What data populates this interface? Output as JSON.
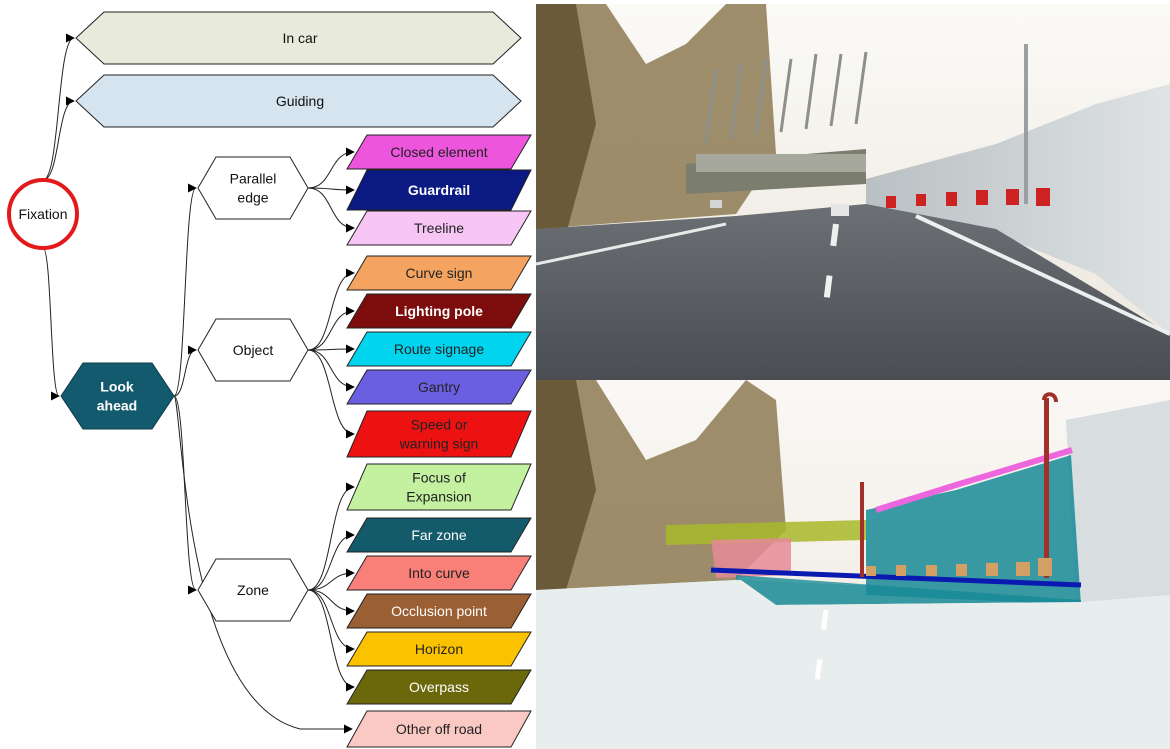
{
  "diagram": {
    "root": {
      "label": "Fixation",
      "color": "#e31a1c"
    },
    "top_bands": [
      {
        "label": "In car",
        "fill": "#e8ebdb"
      },
      {
        "label": "Guiding",
        "fill": "#d5e4ef"
      }
    ],
    "look_ahead": {
      "line1": "Look",
      "line2": "ahead",
      "fill": "#145a6e"
    },
    "groups": [
      {
        "line1": "Parallel",
        "line2": "edge",
        "leaves": [
          {
            "lines": [
              "Closed element"
            ],
            "fill": "#ee55dd",
            "text_color": "#222222"
          },
          {
            "lines": [
              "Guardrail"
            ],
            "fill": "#0a1a82",
            "text_color": "#ffffff",
            "bold": true
          },
          {
            "lines": [
              "Treeline"
            ],
            "fill": "#f7c6f5",
            "text_color": "#222222"
          }
        ]
      },
      {
        "line1": "Object",
        "line2": "",
        "leaves": [
          {
            "lines": [
              "Curve sign"
            ],
            "fill": "#f4a460",
            "text_color": "#222222"
          },
          {
            "lines": [
              "Lighting pole"
            ],
            "fill": "#7d0c0c",
            "text_color": "#ffffff",
            "bold": true
          },
          {
            "lines": [
              "Route signage"
            ],
            "fill": "#00d4ef",
            "text_color": "#222222"
          },
          {
            "lines": [
              "Gantry"
            ],
            "fill": "#6a5fe0",
            "text_color": "#222222"
          },
          {
            "lines": [
              "Speed or",
              "warning sign"
            ],
            "fill": "#ee1111",
            "text_color": "#222222"
          }
        ]
      },
      {
        "line1": "Zone",
        "line2": "",
        "leaves": [
          {
            "lines": [
              "Focus of",
              "Expansion"
            ],
            "fill": "#c3f1a0",
            "text_color": "#222222"
          },
          {
            "lines": [
              "Far zone"
            ],
            "fill": "#135a6b",
            "text_color": "#ffffff"
          },
          {
            "lines": [
              "Into curve"
            ],
            "fill": "#f88078",
            "text_color": "#222222"
          },
          {
            "lines": [
              "Occlusion point"
            ],
            "fill": "#9a5f33",
            "text_color": "#ffffff"
          },
          {
            "lines": [
              "Horizon"
            ],
            "fill": "#fbc200",
            "text_color": "#222222"
          },
          {
            "lines": [
              "Overpass"
            ],
            "fill": "#6b680c",
            "text_color": "#ffffff"
          }
        ]
      }
    ],
    "extra_leaf": {
      "lines": [
        "Other off road"
      ],
      "fill": "#fbc9c4",
      "text_color": "#222222"
    }
  },
  "photos": {
    "top": {
      "sky": "#f1efec",
      "road": "#555a5e",
      "wall": "#c7cdcf",
      "trees": "#8a7450",
      "chevron": "#cc2222"
    },
    "bottom": {
      "overlay_colors": {
        "far_zone": "#178a96",
        "overpass": "#a8b92a",
        "into_curve": "#e58a98",
        "guardrail": "#0a1ab0",
        "lighting_pole": "#a0302a",
        "closed_element": "#ee66dd",
        "curve_sign": "#d2a064",
        "road_mask": "#e8eded"
      }
    }
  }
}
